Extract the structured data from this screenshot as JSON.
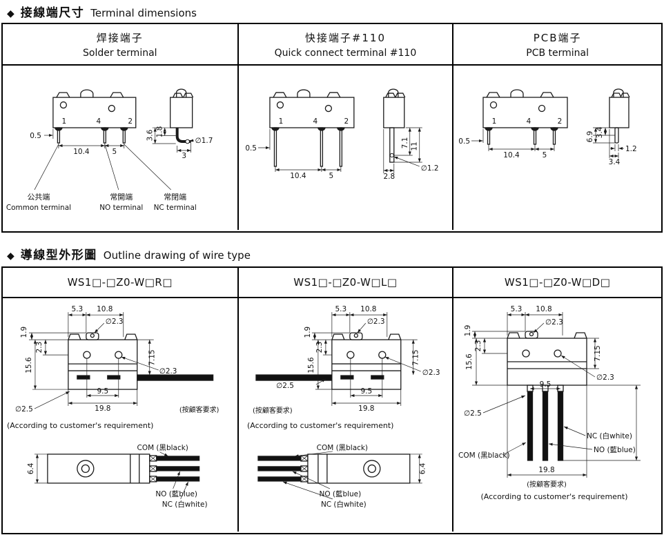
{
  "sections": {
    "s1": {
      "diamond": "◆",
      "cjk": "接線端尺寸",
      "en": "Terminal dimensions"
    },
    "s2": {
      "diamond": "◆",
      "cjk": "導線型外形圖",
      "en": "Outline drawing of wire type"
    }
  },
  "t1": {
    "headers": [
      {
        "cjk": "焊接端子",
        "en": "Solder terminal"
      },
      {
        "cjk": "快接端子#110",
        "en": "Quick connect terminal #110"
      },
      {
        "cjk": "PCB端子",
        "en": "PCB terminal"
      }
    ],
    "solder": {
      "n1": "1",
      "n4": "4",
      "n2": "2",
      "pin_offset": "0.5",
      "pitch1": "10.4",
      "pitch2": "5",
      "hook_h1": "1.8",
      "hook_h2": "3.6",
      "hook_w": "3",
      "hole_dia": "∅1.7",
      "common_cjk": "公共端",
      "common_en": "Common terminal",
      "no_cjk": "常開端",
      "no_en": "NO terminal",
      "nc_cjk": "常閉端",
      "nc_en": "NC terminal"
    },
    "quick": {
      "n1": "1",
      "n4": "4",
      "n2": "2",
      "pin_offset": "0.5",
      "pitch1": "10.4",
      "pitch2": "5",
      "blade_l1": "7.1",
      "blade_l2": "11",
      "blade_offset": "2.8",
      "hole_dia": "∅1.2"
    },
    "pcb": {
      "n1": "1",
      "n4": "4",
      "n2": "2",
      "pin_offset": "0.5",
      "pitch1": "10.4",
      "pitch2": "5",
      "h1": "3.4",
      "h2": "6.9",
      "pin_w": "1.2",
      "pin_off2": "3.4"
    }
  },
  "t2": {
    "models": [
      "WS1□-□Z0-W□R□",
      "WS1□-□Z0-W□L□",
      "WS1□-□Z0-W□D□"
    ],
    "r": {
      "d1": "1.9",
      "d2": "5.3",
      "d3": "10.8",
      "dia_top": "∅2.3",
      "d4": "2.3",
      "d5": "15.6",
      "d6": "7.15",
      "dia_side": "∅2.3",
      "dia_wire": "∅2.5",
      "d7": "9.5",
      "d8": "19.8",
      "d9": "6.4",
      "req_cjk": "(按顧客要求)",
      "req_en": "(According to customer's requirement)",
      "com": "COM (黑black)",
      "no": "NO (藍blue)",
      "nc": "NC (白white)"
    },
    "l": {
      "d1": "1.9",
      "d2": "5.3",
      "d3": "10.8",
      "dia_top": "∅2.3",
      "d4": "2.3",
      "d5": "15.6",
      "d6": "7.15",
      "dia_side": "∅2.3",
      "dia_wire": "∅2.5",
      "d7": "9.5",
      "d8": "19.8",
      "d9": "6.4",
      "req_cjk": "(按顧客要求)",
      "req_en": "(According to customer's requirement)",
      "com": "COM (黑black)",
      "no": "NO (藍blue)",
      "nc": "NC (白white)"
    },
    "d": {
      "d1": "1.9",
      "d2": "5.3",
      "d3": "10.8",
      "dia_top": "∅2.3",
      "d4": "2.3",
      "d5": "15.6",
      "d6": "7.15",
      "dia_side": "∅2.3",
      "d7": "9.5",
      "dia_wire": "∅2.5",
      "d8": "19.8",
      "req_cjk": "(按顧客要求)",
      "req_en": "(According to customer's requirement)",
      "com": "COM (黑black)",
      "no": "NO (藍blue)",
      "nc": "NC (白white)"
    }
  }
}
